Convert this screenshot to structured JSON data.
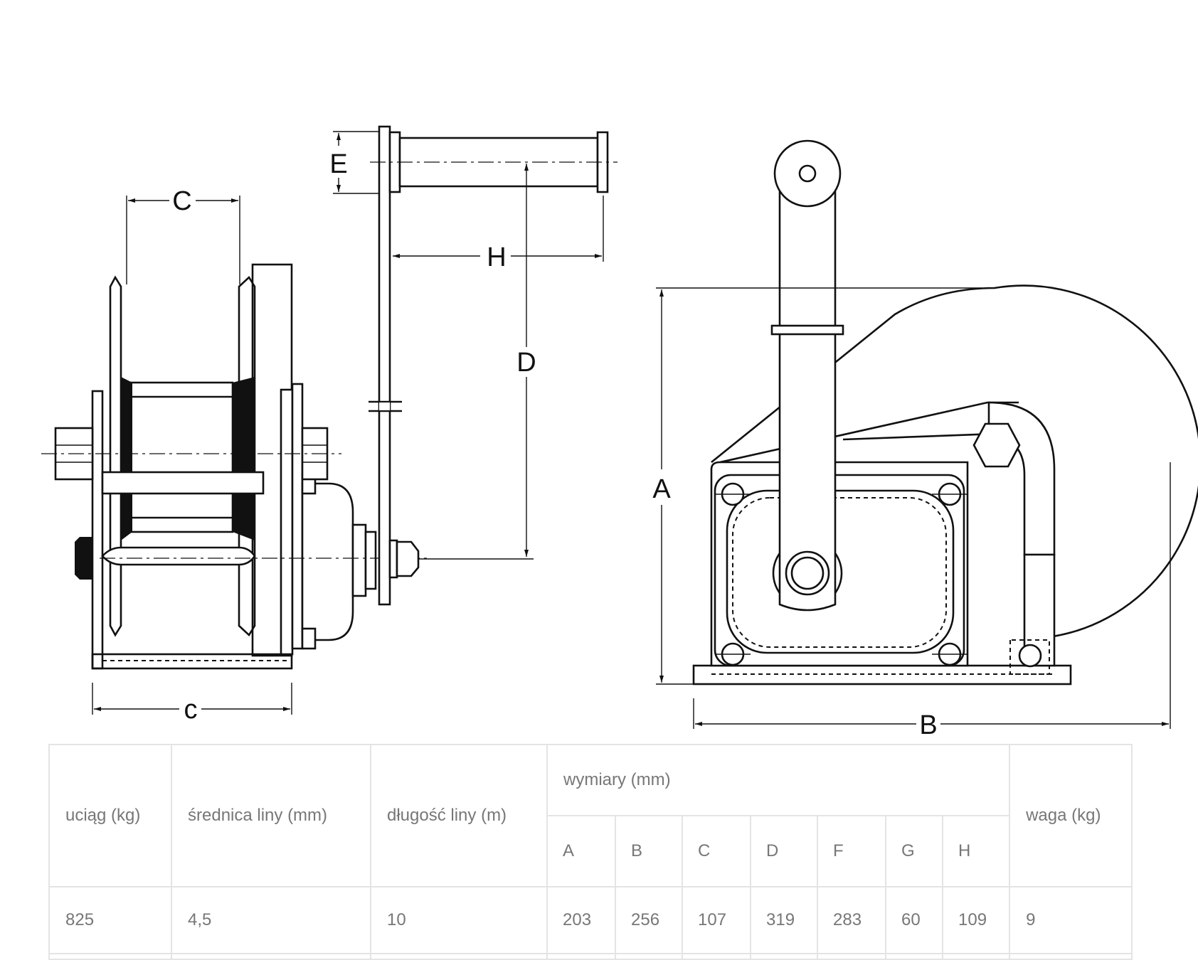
{
  "diagram": {
    "labels": {
      "C_top": "C",
      "c_bottom": "c",
      "E": "E",
      "H": "H",
      "D": "D",
      "A": "A",
      "B": "B"
    }
  },
  "table": {
    "headers": {
      "uciag": "uciąg (kg)",
      "srednica": "średnica liny (mm)",
      "dlugosc": "długość liny (m)",
      "wymiary": "wymiary (mm)",
      "dims": [
        "A",
        "B",
        "C",
        "D",
        "F",
        "G",
        "H"
      ],
      "waga": "waga (kg)"
    },
    "row": {
      "uciag": "825",
      "srednica": "4,5",
      "dlugosc": "10",
      "dims": [
        "203",
        "256",
        "107",
        "319",
        "283",
        "60",
        "109"
      ],
      "waga": "9"
    }
  }
}
